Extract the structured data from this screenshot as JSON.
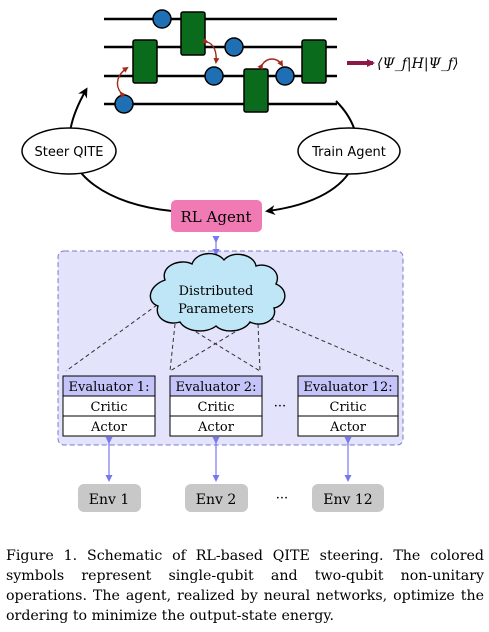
{
  "circuit": {
    "output_label": "⟨Ψ_f|H|Ψ_f⟩",
    "colors": {
      "single_qubit": "#1f6fb5",
      "two_qubit": "#0b6b1c",
      "swap_arrow": "#a12a1a",
      "output_arrow": "#8b1a4a"
    }
  },
  "cycle": {
    "left_label": "Steer QITE",
    "right_label": "Train Agent"
  },
  "agent": {
    "label": "RL Agent",
    "color": "#f07ab3"
  },
  "cloud": {
    "line1": "Distributed",
    "line2": "Parameters",
    "color": "#bfe6f7"
  },
  "panel": {
    "color": "#e3e3fb"
  },
  "evaluators": [
    {
      "title": "Evaluator 1:",
      "critic": "Critic",
      "actor": "Actor",
      "env": "Env 1"
    },
    {
      "title": "Evaluator 2:",
      "critic": "Critic",
      "actor": "Actor",
      "env": "Env 2"
    },
    {
      "title": "Evaluator 12:",
      "critic": "Critic",
      "actor": "Actor",
      "env": "Env 12"
    }
  ],
  "ellipsis": "···",
  "caption": "Figure 1. Schematic of RL-based QITE steering. The colored symbols represent single-qubit and two-qubit non-unitary operations. The agent, realized by neural networks, optimize the ordering to minimize the output-state energy."
}
